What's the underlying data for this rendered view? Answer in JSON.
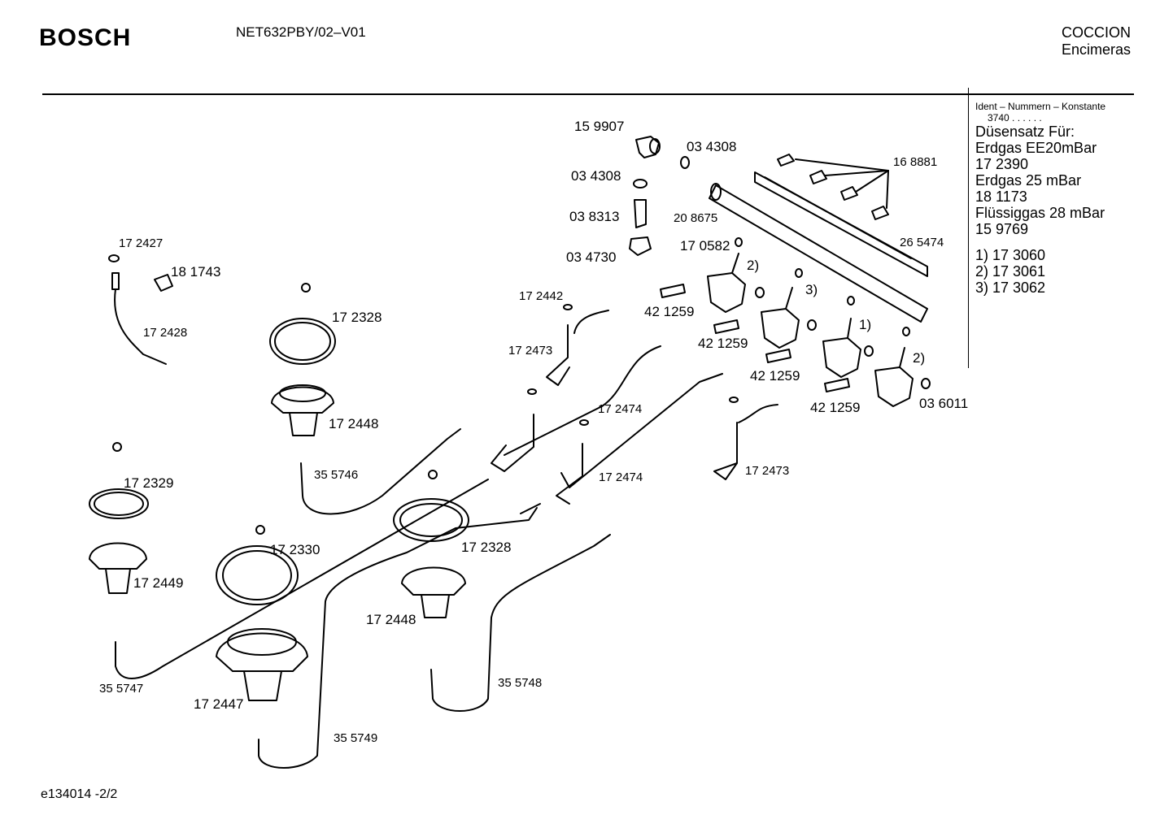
{
  "header": {
    "brand": "BOSCH",
    "model": "NET632PBY/02–V01",
    "category": "COCCION",
    "subcategory": "Encimeras"
  },
  "side_panel": {
    "ident_title": "Ident – Nummern – Konstante",
    "ident_value": "3740  .  .  .  .  .  .",
    "lines": [
      "Düsensatz Für:",
      "Erdgas EE20mBar",
      "17 2390",
      "Erdgas 25 mBar",
      "18 1173",
      "Flüssiggas 28 mBar",
      "15 9769"
    ],
    "variants": [
      "1) 17 3060",
      "2) 17 3061",
      "3) 17 3062"
    ]
  },
  "parts": [
    "15 9907",
    "03 4308",
    "03 4308",
    "03 8313",
    "03 4730",
    "20 8675",
    "17 0582",
    "16 8881",
    "26 5474",
    "2)",
    "3)",
    "1)",
    "2)",
    "42 1259",
    "42 1259",
    "42 1259",
    "42 1259",
    "03 6011",
    "17 2427",
    "18 1743",
    "17 2428",
    "17 2328",
    "17 2448",
    "35 5746",
    "17 2442",
    "17 2473",
    "17 2474",
    "17 2474",
    "17 2473",
    "17 2329",
    "17 2449",
    "17 2330",
    "17 2328",
    "17 2448",
    "17 2447",
    "35 5747",
    "35 5748",
    "35 5749"
  ],
  "footer": {
    "code": "e134014   -2/2"
  }
}
